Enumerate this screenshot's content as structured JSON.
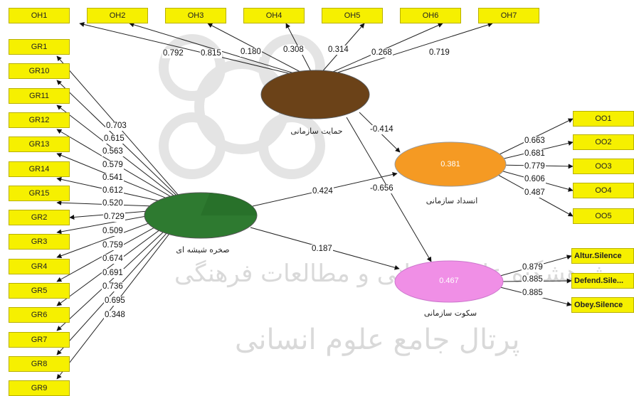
{
  "oh_indicators": [
    "OH1",
    "OH2",
    "OH3",
    "OH4",
    "OH5",
    "OH6",
    "OH7"
  ],
  "oh_loadings": [
    "0.792",
    "0.815",
    "0.180",
    "0.308",
    "0.314",
    "0.268",
    "0.719"
  ],
  "gr_indicators": [
    "GR1",
    "GR10",
    "GR11",
    "GR12",
    "GR13",
    "GR14",
    "GR15",
    "GR2",
    "GR3",
    "GR4",
    "GR5",
    "GR6",
    "GR7",
    "GR8",
    "GR9"
  ],
  "gr_loadings": [
    "0.703",
    "0.615",
    "0.563",
    "0.579",
    "0.541",
    "0.612",
    "0.520",
    "0.729",
    "0.509",
    "0.759",
    "0.674",
    "0.691",
    "0.736",
    "0.695",
    "0.348"
  ],
  "oo_indicators": [
    "OO1",
    "OO2",
    "OO3",
    "OO4",
    "OO5"
  ],
  "oo_loadings": [
    "0.663",
    "0.681",
    "0.779",
    "0.606",
    "0.487"
  ],
  "silence_indicators": [
    "Altur.Silence",
    "Defend.Sile...",
    "Obey.Silence"
  ],
  "silence_loadings": [
    "0.879",
    "0.885",
    "0.885"
  ],
  "constructs": {
    "support": {
      "label": "حمایت سازمانی",
      "color": "#6b4218"
    },
    "glass": {
      "label": "صخره شیشه ای",
      "color": "#2e7a30"
    },
    "block": {
      "label": "انسداد سازمانی",
      "color": "#f59a23",
      "r2": "0.381"
    },
    "silence": {
      "label": "سکوت سازمانی",
      "color": "#f08fe6",
      "r2": "0.467"
    }
  },
  "paths": {
    "support_block": "-0.414",
    "support_silence": "-0.656",
    "glass_block": "0.424",
    "glass_silence": "0.187"
  },
  "watermark": {
    "line1": "پژوهشگاه علوم انسانی و مطالعات فرهنگی",
    "line2": "پرتال جامع علوم انسانی"
  }
}
